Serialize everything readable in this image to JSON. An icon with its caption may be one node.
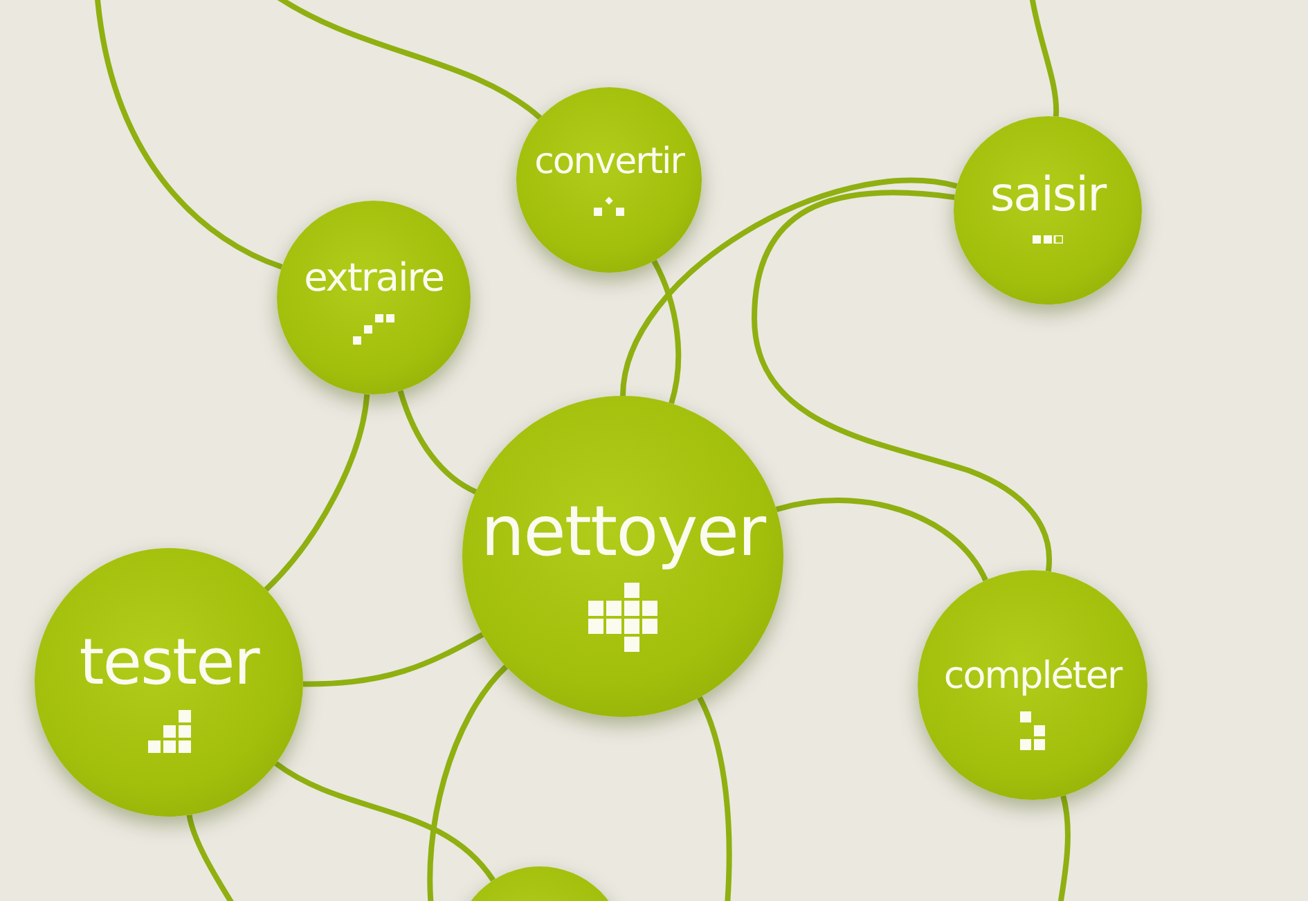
{
  "diagram": {
    "nodes": [
      {
        "text": [
          "convertir"
        ]
      },
      {
        "text": [
          "saisir"
        ]
      },
      {
        "text": [
          "extraire"
        ]
      },
      {
        "text": [
          "nettoyer"
        ]
      },
      {
        "text": [
          "tester"
        ]
      },
      {
        "text": [
          "compléter"
        ]
      },
      {
        "text": [],
        "shape": "circle"
      }
    ],
    "edges": [
      {
        "from": null,
        "to": 2,
        "arrow": "none"
      },
      {
        "from": null,
        "to": 0,
        "arrow": "none"
      },
      {
        "from": 2,
        "to": 4,
        "arrow": "none"
      },
      {
        "from": 2,
        "to": 3,
        "arrow": "none"
      },
      {
        "from": 0,
        "to": 3,
        "arrow": "none"
      },
      {
        "from": 3,
        "to": 1,
        "arrow": "none"
      },
      {
        "from": 1,
        "to": 5,
        "arrow": "none"
      },
      {
        "from": 3,
        "to": 5,
        "arrow": "none"
      },
      {
        "from": 1,
        "to": null,
        "arrow": "none"
      },
      {
        "from": 4,
        "to": 3,
        "arrow": "none"
      },
      {
        "from": 4,
        "to": 6,
        "arrow": "none"
      },
      {
        "from": 4,
        "to": null,
        "arrow": "none"
      },
      {
        "from": 3,
        "to": null,
        "arrow": "none"
      },
      {
        "from": 3,
        "to": null,
        "arrow": "none"
      },
      {
        "from": 5,
        "to": null,
        "arrow": "none"
      }
    ]
  }
}
